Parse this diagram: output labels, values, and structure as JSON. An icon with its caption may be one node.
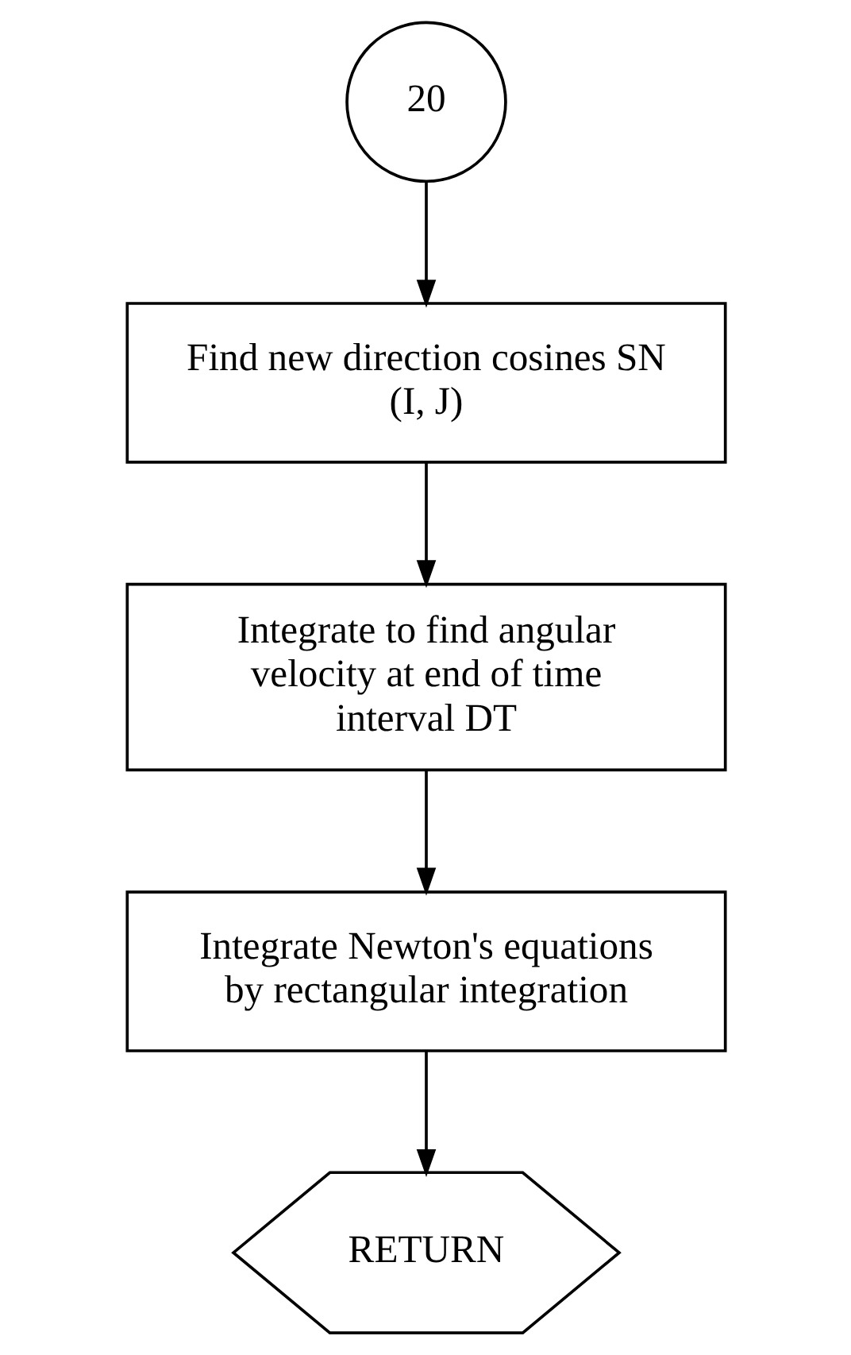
{
  "diagram": {
    "nodes": [
      {
        "text": [
          "20"
        ]
      },
      {
        "text": [
          "Find new direction cosines SN (I, J)"
        ]
      },
      {
        "text": [
          "Integrate to find angular velocity at end of time interval DT"
        ]
      },
      {
        "text": [
          "Integrate Newton's equations by rectangular integration"
        ]
      },
      {
        "text": [
          "RETURN"
        ]
      }
    ],
    "edges": [
      {
        "from": 0,
        "to": 1,
        "arrow": "to"
      },
      {
        "from": 1,
        "to": 2,
        "arrow": "to"
      },
      {
        "from": 2,
        "to": 3,
        "arrow": "to"
      },
      {
        "from": 3,
        "to": 4,
        "arrow": "to"
      }
    ]
  }
}
